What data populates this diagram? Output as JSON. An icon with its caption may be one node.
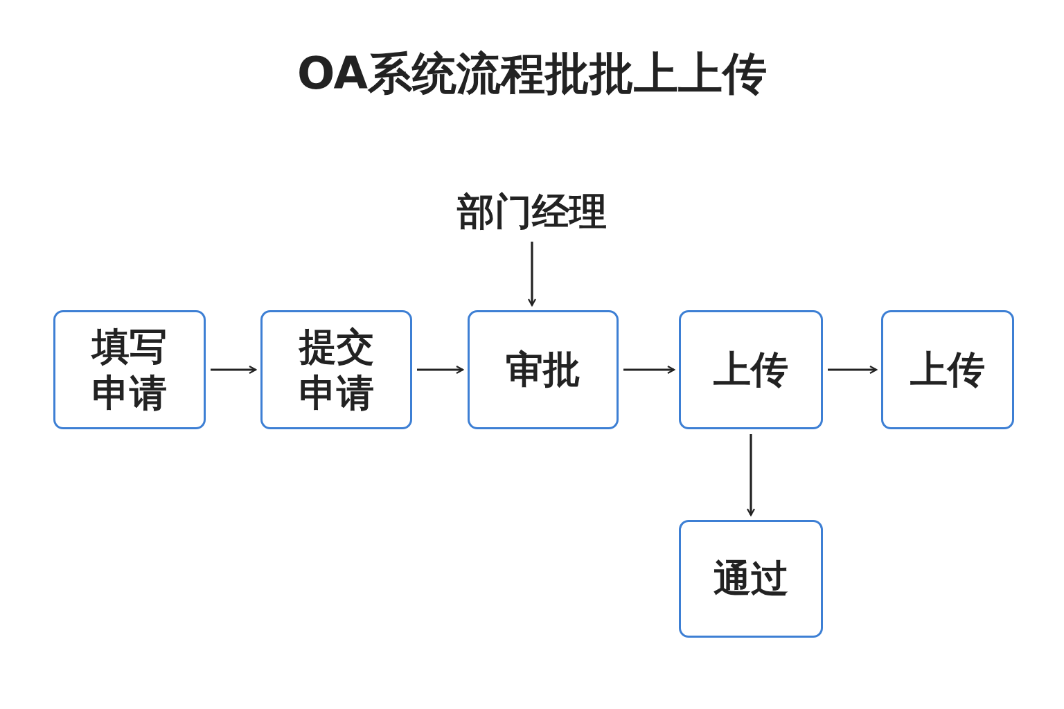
{
  "diagram": {
    "title": "OA系统流程批批上上传",
    "nodes": [
      {
        "text": [
          "填写申请"
        ]
      },
      {
        "text": [
          "提交申请"
        ]
      },
      {
        "text": [
          "部门经理"
        ]
      },
      {
        "text": [
          "审批"
        ]
      },
      {
        "text": [
          "上传"
        ]
      },
      {
        "text": [
          "上传"
        ]
      },
      {
        "text": [
          "通过"
        ]
      }
    ],
    "edges": [
      {
        "from": 0,
        "to": 1,
        "arrow": "to"
      },
      {
        "from": 1,
        "to": 3,
        "arrow": "to"
      },
      {
        "from": 2,
        "to": 3,
        "arrow": "to"
      },
      {
        "from": 3,
        "to": 4,
        "arrow": "to"
      },
      {
        "from": 4,
        "to": 5,
        "arrow": "to"
      },
      {
        "from": 4,
        "to": 6,
        "arrow": "to"
      }
    ]
  }
}
